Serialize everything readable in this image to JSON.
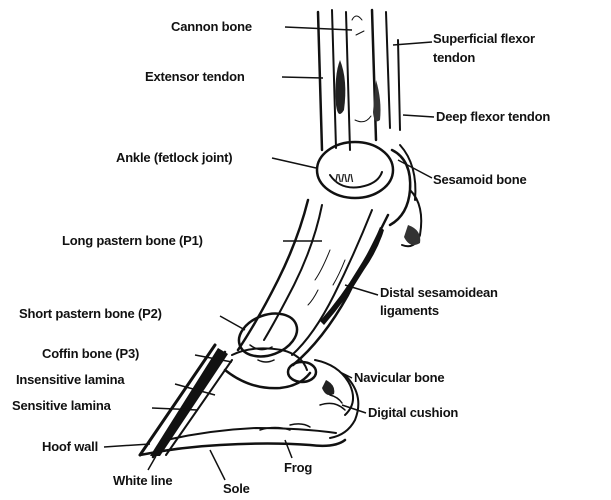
{
  "labels": {
    "cannon_bone": "Cannon bone",
    "extensor_tendon": "Extensor tendon",
    "ankle": "Ankle (fetlock joint)",
    "long_pastern": "Long pastern bone (P1)",
    "short_pastern": "Short pastern bone (P2)",
    "coffin_bone": "Coffin bone (P3)",
    "insensitive_lamina": "Insensitive lamina",
    "sensitive_lamina": "Sensitive lamina",
    "hoof_wall": "Hoof wall",
    "white_line": "White line",
    "sole": "Sole",
    "frog": "Frog",
    "superficial_flexor_line1": "Superficial flexor",
    "superficial_flexor_line2": "tendon",
    "deep_flexor": "Deep flexor tendon",
    "sesamoid": "Sesamoid bone",
    "distal_sesamoidean_line1": "Distal sesamoidean",
    "distal_sesamoidean_line2": "ligaments",
    "navicular": "Navicular bone",
    "digital_cushion": "Digital cushion"
  }
}
